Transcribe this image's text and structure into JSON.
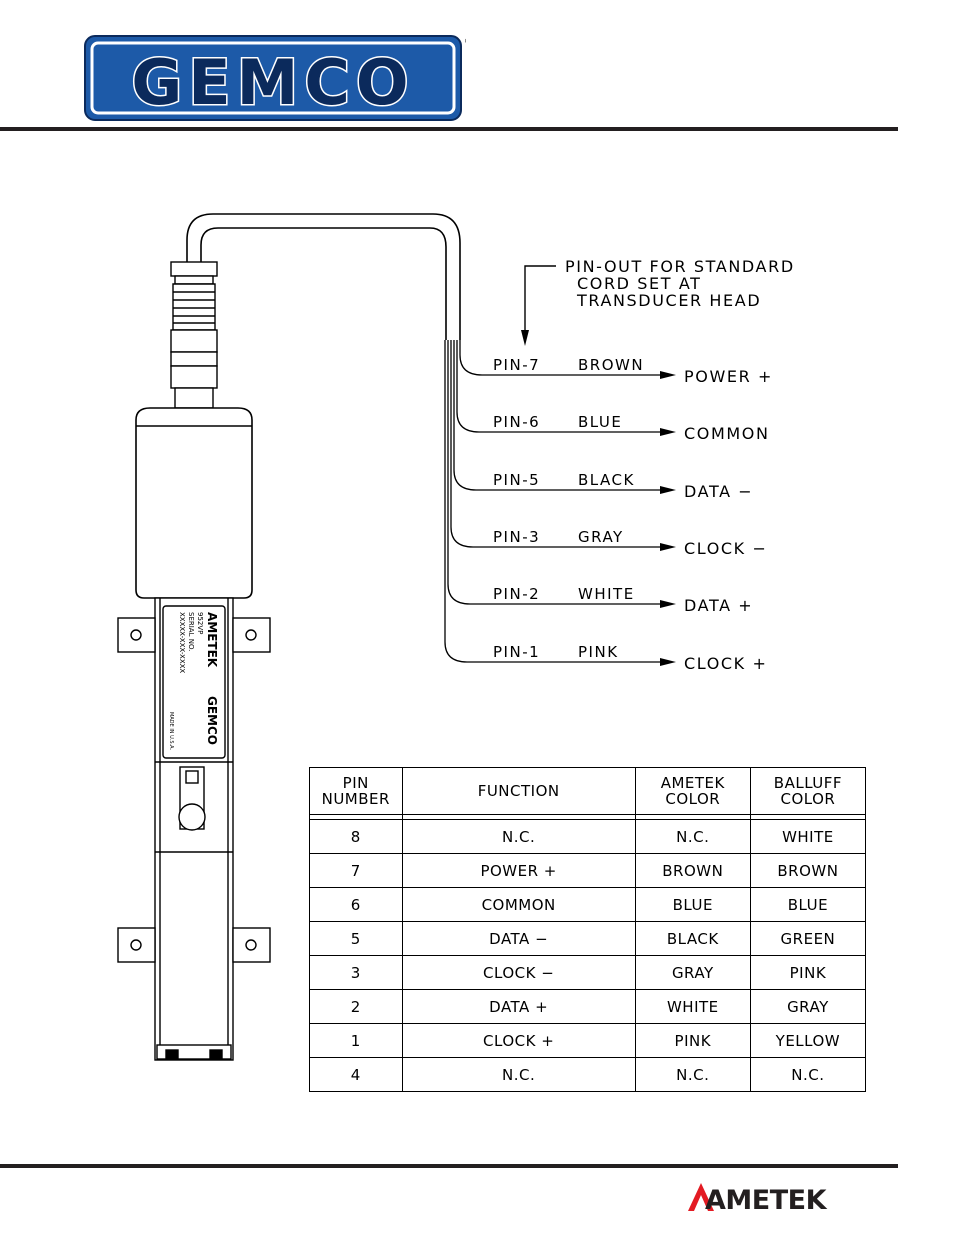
{
  "header": {
    "brand": "GEMCO",
    "registered_mark": "®"
  },
  "footer": {
    "brand": "AMETEK"
  },
  "diagram": {
    "note_lines": [
      "PIN-OUT FOR STANDARD",
      "CORD SET AT",
      "TRANSDUCER HEAD"
    ],
    "wires": [
      {
        "pin": "PIN-7",
        "color": "BROWN",
        "signal": "POWER +"
      },
      {
        "pin": "PIN-6",
        "color": "BLUE",
        "signal": "COMMON"
      },
      {
        "pin": "PIN-5",
        "color": "BLACK",
        "signal": "DATA −"
      },
      {
        "pin": "PIN-3",
        "color": "GRAY",
        "signal": "CLOCK −"
      },
      {
        "pin": "PIN-2",
        "color": "WHITE",
        "signal": "DATA +"
      },
      {
        "pin": "PIN-1",
        "color": "PINK",
        "signal": "CLOCK +"
      }
    ],
    "label_plate": {
      "line1": "AMETEK",
      "line2": "GEMCO",
      "line3": "952VP",
      "line4": "SERIAL NO.",
      "line5": "XXXXX-XXX-XXXX",
      "line6": "MADE IN U.S.A."
    }
  },
  "table": {
    "headers": [
      "PIN\nNUMBER",
      "FUNCTION",
      "AMETEK\nCOLOR",
      "BALLUFF\nCOLOR"
    ],
    "rows": [
      [
        "8",
        "N.C.",
        "N.C.",
        "WHITE"
      ],
      [
        "7",
        "POWER  +",
        "BROWN",
        "BROWN"
      ],
      [
        "6",
        "COMMON",
        "BLUE",
        "BLUE"
      ],
      [
        "5",
        "DATA  −",
        "BLACK",
        "GREEN"
      ],
      [
        "3",
        "CLOCK  −",
        "GRAY",
        "PINK"
      ],
      [
        "2",
        "DATA  +",
        "WHITE",
        "GRAY"
      ],
      [
        "1",
        "CLOCK  +",
        "PINK",
        "YELLOW"
      ],
      [
        "4",
        "N.C.",
        "N.C.",
        "N.C."
      ]
    ]
  },
  "colors": {
    "brand_blue": "#1d5aa8",
    "dark_navy": "#0b2a5c",
    "rule": "#231f20",
    "ametek_red": "#e31b23"
  }
}
